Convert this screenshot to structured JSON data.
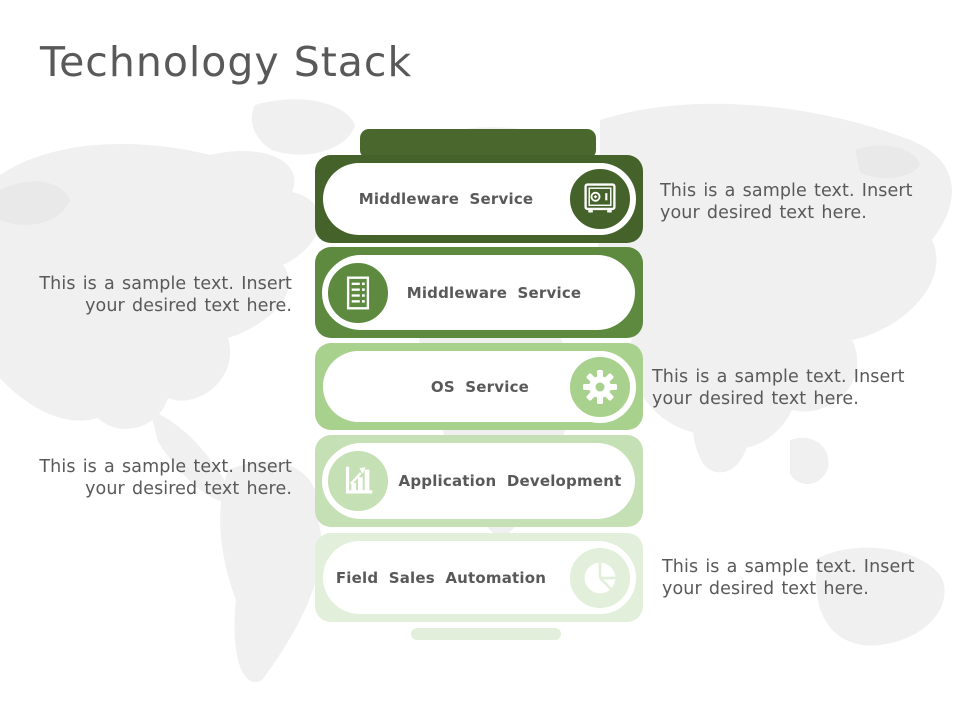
{
  "slide": {
    "title": "Technology Stack"
  },
  "colors": {
    "title_text": "#595959",
    "body_text": "#595959",
    "bar_label_text": "#595959",
    "stack_dark_green": "#45622a",
    "stack_medium_green": "#5d8a3f",
    "stack_light_green": "#a9d18e",
    "stack_lighter_green": "#c5e0b4",
    "stack_pale_green": "#e2efda",
    "map_gray": "#f0f0f0",
    "background": "#ffffff"
  },
  "stack": {
    "bars": [
      {
        "label": "Middleware Service",
        "icon": "safe-icon",
        "icon_side": "right",
        "color": "#45622a"
      },
      {
        "label": "Middleware Service",
        "icon": "checklist-icon",
        "icon_side": "left",
        "color": "#5d8a3f"
      },
      {
        "label": "OS Service",
        "icon": "gear-icon",
        "icon_side": "right",
        "color": "#a9d18e"
      },
      {
        "label": "Application Development",
        "icon": "bar-chart-icon",
        "icon_side": "left",
        "color": "#c5e0b4"
      },
      {
        "label": "Field Sales Automation",
        "icon": "pie-chart-icon",
        "icon_side": "right",
        "color": "#e2efda"
      }
    ]
  },
  "annotations": [
    {
      "side": "left",
      "text": "This is a sample text. Insert your desired text here."
    },
    {
      "side": "left",
      "text": "This is a sample text. Insert your desired text here."
    },
    {
      "side": "right",
      "text": "This is a sample text. Insert your desired text here."
    },
    {
      "side": "right",
      "text": "This is a sample text. Insert your desired text here."
    },
    {
      "side": "right",
      "text": "This is a sample text. Insert your desired text here."
    }
  ]
}
